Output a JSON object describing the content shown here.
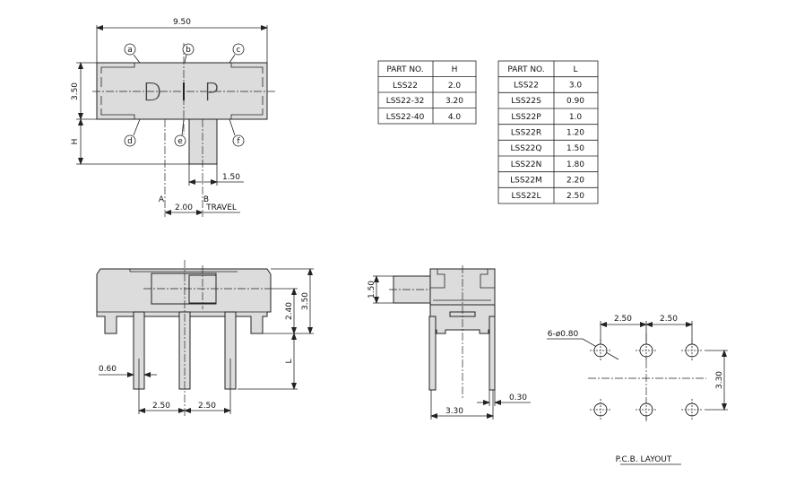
{
  "top_view": {
    "width_dim": "9.50",
    "height_dim": "3.50",
    "h_dim": "H",
    "left_letter": "D",
    "right_letter": "P",
    "bubbles": [
      "a",
      "b",
      "c",
      "d",
      "e",
      "f"
    ],
    "actuator_dim": "1.50",
    "pos_a": "A",
    "pos_b": "B",
    "travel_dim": "2.00",
    "travel_label": "TRAVEL"
  },
  "table_h": {
    "headers": [
      "PART NO.",
      "H"
    ],
    "rows": [
      [
        "LSS22",
        "2.0"
      ],
      [
        "LSS22-32",
        "3.20"
      ],
      [
        "LSS22-40",
        "4.0"
      ]
    ]
  },
  "table_l": {
    "headers": [
      "PART NO.",
      "L"
    ],
    "rows": [
      [
        "LSS22",
        "3.0"
      ],
      [
        "LSS22S",
        "0.90"
      ],
      [
        "LSS22P",
        "1.0"
      ],
      [
        "LSS22R",
        "1.20"
      ],
      [
        "LSS22Q",
        "1.50"
      ],
      [
        "LSS22N",
        "1.80"
      ],
      [
        "LSS22M",
        "2.20"
      ],
      [
        "LSS22L",
        "2.50"
      ]
    ]
  },
  "front_view": {
    "total_height": "3.50",
    "center_height": "2.40",
    "lead_length": "L",
    "pin_width": "0.60",
    "pitch_1": "2.50",
    "pitch_2": "2.50"
  },
  "side_view": {
    "actuator_height": "1.50",
    "row_spacing": "3.30",
    "pin_thickness": "0.30"
  },
  "pcb_layout": {
    "hole_spec": "6-ø0.80",
    "pitch_1": "2.50",
    "pitch_2": "2.50",
    "row_spacing": "3.30",
    "title": "P.C.B. LAYOUT"
  }
}
